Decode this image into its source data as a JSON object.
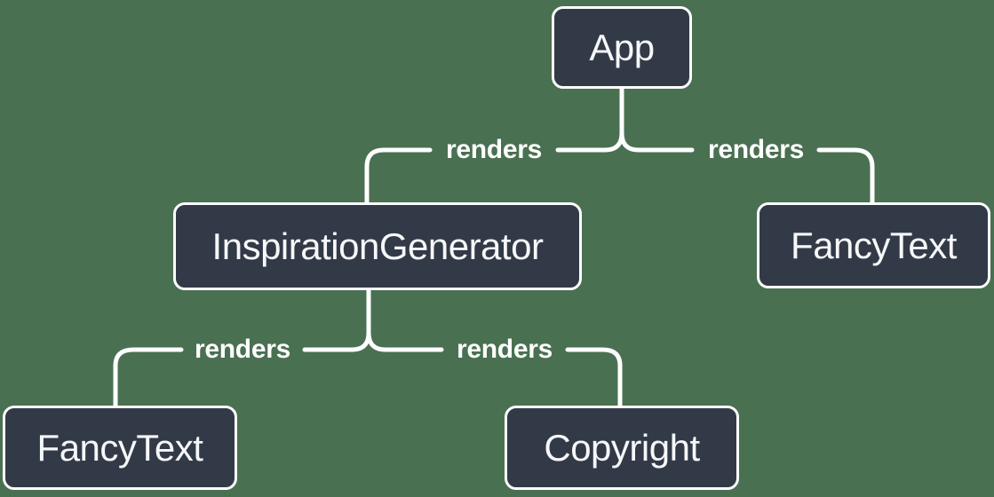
{
  "diagram": {
    "type": "render-tree",
    "background_color": "#4A7052"
  },
  "colors": {
    "background": "#4A7052",
    "node_fill": "#333A47",
    "node_border": "#FFFFFF",
    "node_text": "#F6F7F9",
    "edge_line": "#FFFFFF",
    "edge_label_text": "#FFFFFF"
  },
  "nodes": [
    {
      "id": "app",
      "label": "App"
    },
    {
      "id": "inspiration-generator",
      "label": "InspirationGenerator"
    },
    {
      "id": "fancy-text-top",
      "label": "FancyText"
    },
    {
      "id": "fancy-text-bottom",
      "label": "FancyText"
    },
    {
      "id": "copyright",
      "label": "Copyright"
    }
  ],
  "edges": [
    {
      "from": "App",
      "to": "InspirationGenerator",
      "label": "renders"
    },
    {
      "from": "App",
      "to": "FancyText",
      "label": "renders"
    },
    {
      "from": "InspirationGenerator",
      "to": "FancyText",
      "label": "renders"
    },
    {
      "from": "InspirationGenerator",
      "to": "Copyright",
      "label": "renders"
    }
  ]
}
